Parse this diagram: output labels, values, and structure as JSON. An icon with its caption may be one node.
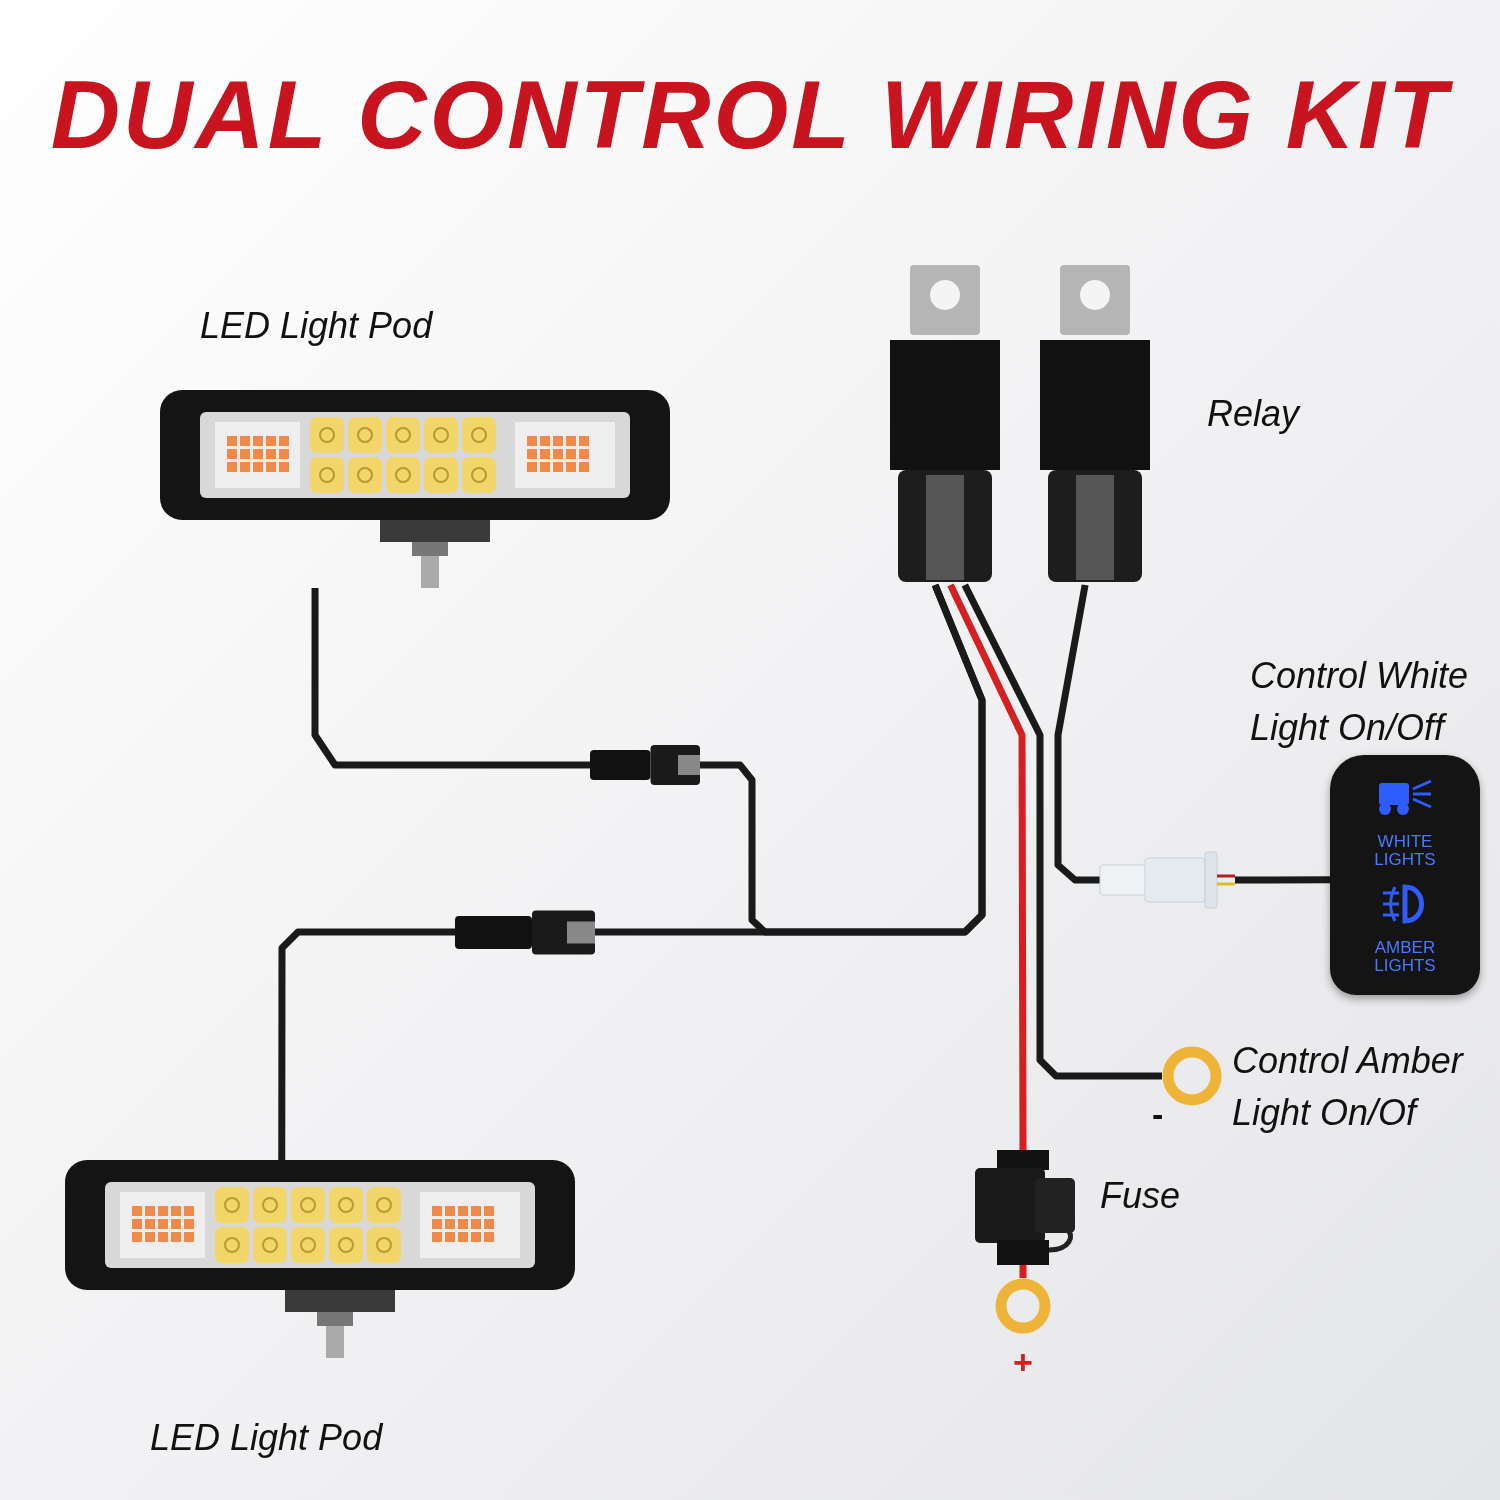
{
  "diagram": {
    "title": "DUAL CONTROL WIRING KIT",
    "nodes": [
      {
        "text": [],
        "shape": "picture",
        "beside": [
          "LED Light Pod"
        ]
      },
      {
        "text": [],
        "shape": "picture"
      },
      {
        "text": [],
        "shape": "picture"
      },
      {
        "text": [],
        "shape": "picture",
        "beside": [
          "LED Light Pod"
        ]
      },
      {
        "text": [],
        "shape": "picture"
      },
      {
        "text": [],
        "shape": "picture"
      },
      {
        "text": [],
        "shape": "picture"
      },
      {
        "text": [
          "WHITE LIGHTS",
          "AMBER LIGHTS"
        ],
        "beside": [
          "Control White Light On/Off"
        ]
      },
      {
        "text": [],
        "shape": "circle",
        "beside": [
          "-",
          "Control Amber Light On/Of"
        ]
      },
      {
        "text": [],
        "shape": "picture",
        "beside": [
          "Fuse"
        ]
      },
      {
        "text": [],
        "shape": "circle",
        "beside": [
          "+"
        ]
      }
    ],
    "edges": [
      {
        "from": 0,
        "to": 1,
        "arrow": "none"
      },
      {
        "from": 1,
        "to": 4,
        "arrow": "none"
      },
      {
        "from": 3,
        "to": 2,
        "arrow": "none"
      },
      {
        "from": 2,
        "to": 4,
        "arrow": "none"
      },
      {
        "from": 5,
        "to": 6,
        "arrow": "none"
      },
      {
        "from": 6,
        "to": 7,
        "arrow": "none"
      },
      {
        "from": 4,
        "to": 8,
        "arrow": "none"
      },
      {
        "from": 4,
        "to": 9,
        "arrow": "none",
        "color": "#d42020"
      },
      {
        "from": 9,
        "to": 10,
        "arrow": "none",
        "color": "#d42020"
      }
    ],
    "labels": [
      "Relay"
    ]
  }
}
